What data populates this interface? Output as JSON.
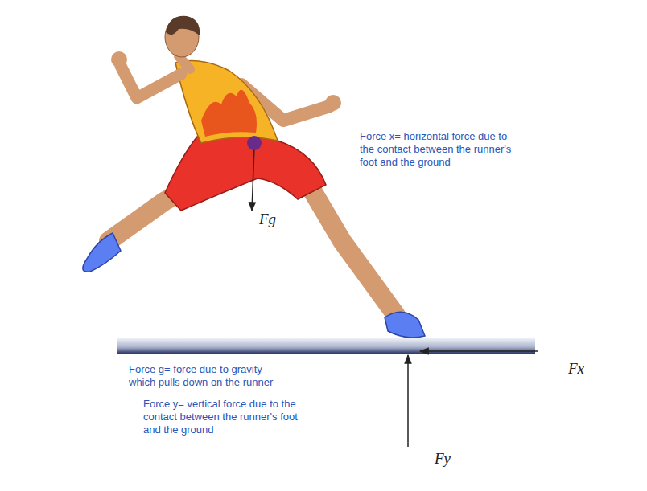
{
  "diagram": {
    "labels": [
      "Fg",
      "Force x= horizontal force due to the contact between the runner's foot and the ground",
      "Force g= force due to gravity which pulls down on the runner",
      "Fx",
      "Force y= vertical force due to the contact between the runner's foot and the ground",
      "Fy"
    ]
  }
}
